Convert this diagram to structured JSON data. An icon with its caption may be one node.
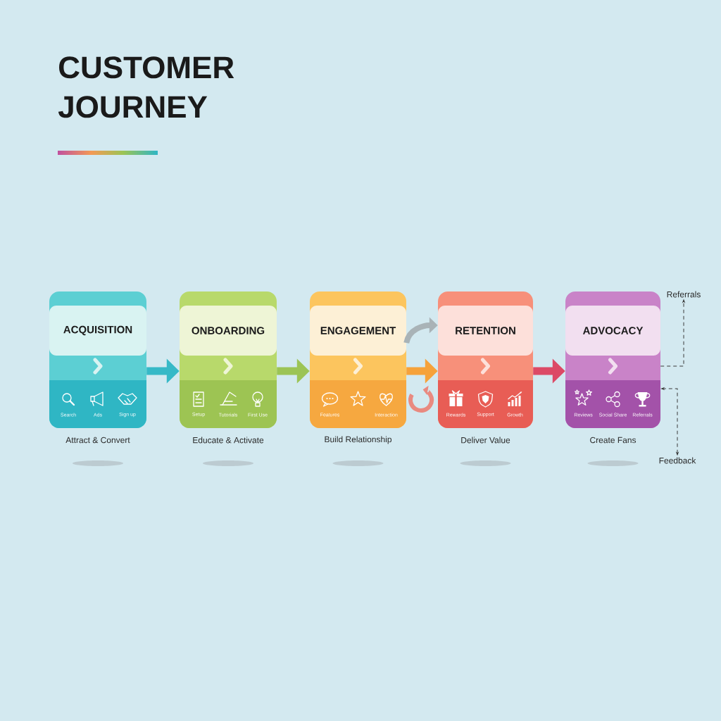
{
  "diagram": {
    "title": "CUSTOMER JOURNEY",
    "nodes": [
      {
        "text": [
          "ACQUISITION",
          "Search",
          "Ads",
          "Sign up"
        ],
        "beside": [
          "Attract & Convert"
        ]
      },
      {
        "text": [
          "ONBOARDING",
          "Setup",
          "Tutorials",
          "First Use"
        ],
        "beside": [
          "Educate & Activate"
        ]
      },
      {
        "text": [
          "ENGAGEMENT",
          "Features",
          "Interaction"
        ],
        "beside": [
          "Build Relationship"
        ]
      },
      {
        "text": [
          "RETENTION",
          "Rewards",
          "Support",
          "Growth"
        ],
        "beside": [
          "Deliver Value"
        ]
      },
      {
        "text": [
          "ADVOCACY",
          "Reviews",
          "Social Share",
          "Referrals"
        ],
        "beside": [
          "Create Fans"
        ]
      },
      {
        "text": [
          "Referrals"
        ]
      },
      {
        "text": [
          "Feedback"
        ]
      }
    ],
    "edges": [
      {
        "from": 0,
        "to": 1,
        "arrow": "to",
        "color": "#36b9c7"
      },
      {
        "from": 1,
        "to": 2,
        "arrow": "to",
        "color": "#9cc455"
      },
      {
        "from": 2,
        "to": 3,
        "arrow": "to",
        "color": "#f6a23a"
      },
      {
        "from": 2,
        "to": 3,
        "arrow": "to",
        "color": "#a9b3b7"
      },
      {
        "from": 3,
        "to": 4,
        "arrow": "to",
        "color": "#dc4a66"
      },
      {
        "from": 4,
        "to": 5,
        "arrow": "to",
        "style": "dashed",
        "color": "#3a3a3a"
      },
      {
        "from": 6,
        "to": 4,
        "arrow": "both",
        "style": "dashed",
        "color": "#3a3a3a"
      }
    ]
  }
}
